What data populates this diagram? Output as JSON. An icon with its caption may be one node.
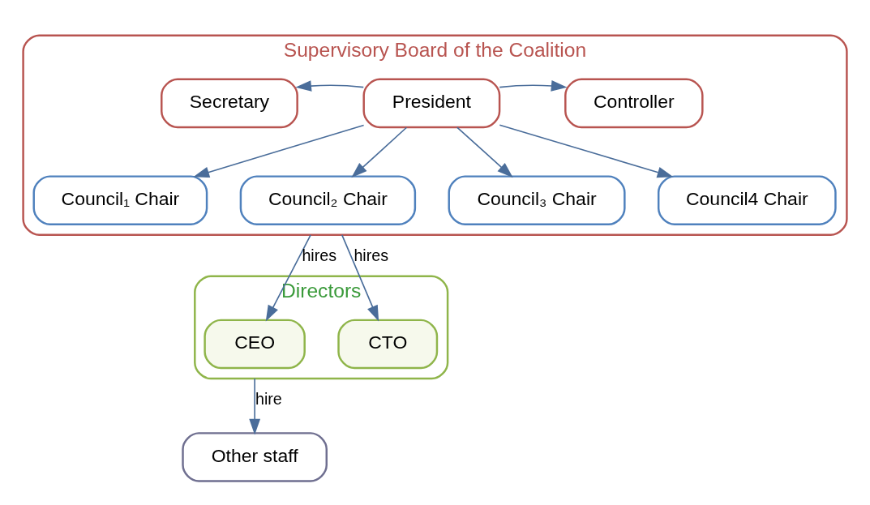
{
  "diagram": {
    "nodes": [
      {
        "text": [
          "Supervisory Board of the Coalition"
        ]
      },
      {
        "text": [
          "President"
        ],
        "in": 0
      },
      {
        "text": [
          "Secretary"
        ],
        "in": 0
      },
      {
        "text": [
          "Controller"
        ],
        "in": 0
      },
      {
        "text": [
          "Council₁ Chair"
        ],
        "in": 0
      },
      {
        "text": [
          "Council₂ Chair"
        ],
        "in": 0
      },
      {
        "text": [
          "Council₃ Chair"
        ],
        "in": 0
      },
      {
        "text": [
          "Council4 Chair"
        ],
        "in": 0
      },
      {
        "text": [
          "Directors"
        ]
      },
      {
        "text": [
          "CEO"
        ],
        "in": 8
      },
      {
        "text": [
          "CTO"
        ],
        "in": 8
      },
      {
        "text": [
          "Other staff"
        ]
      }
    ],
    "edges": [
      {
        "from": 1,
        "to": 2,
        "arrow": "to"
      },
      {
        "from": 1,
        "to": 3,
        "arrow": "to"
      },
      {
        "from": 1,
        "to": 4,
        "arrow": "to"
      },
      {
        "from": 1,
        "to": 5,
        "arrow": "to"
      },
      {
        "from": 1,
        "to": 6,
        "arrow": "to"
      },
      {
        "from": 1,
        "to": 7,
        "arrow": "to"
      },
      {
        "from": 0,
        "to": 9,
        "label": "hires",
        "arrow": "to"
      },
      {
        "from": 0,
        "to": 10,
        "label": "hires",
        "arrow": "to"
      },
      {
        "from": 8,
        "to": 11,
        "label": "hire",
        "arrow": "to"
      }
    ]
  }
}
